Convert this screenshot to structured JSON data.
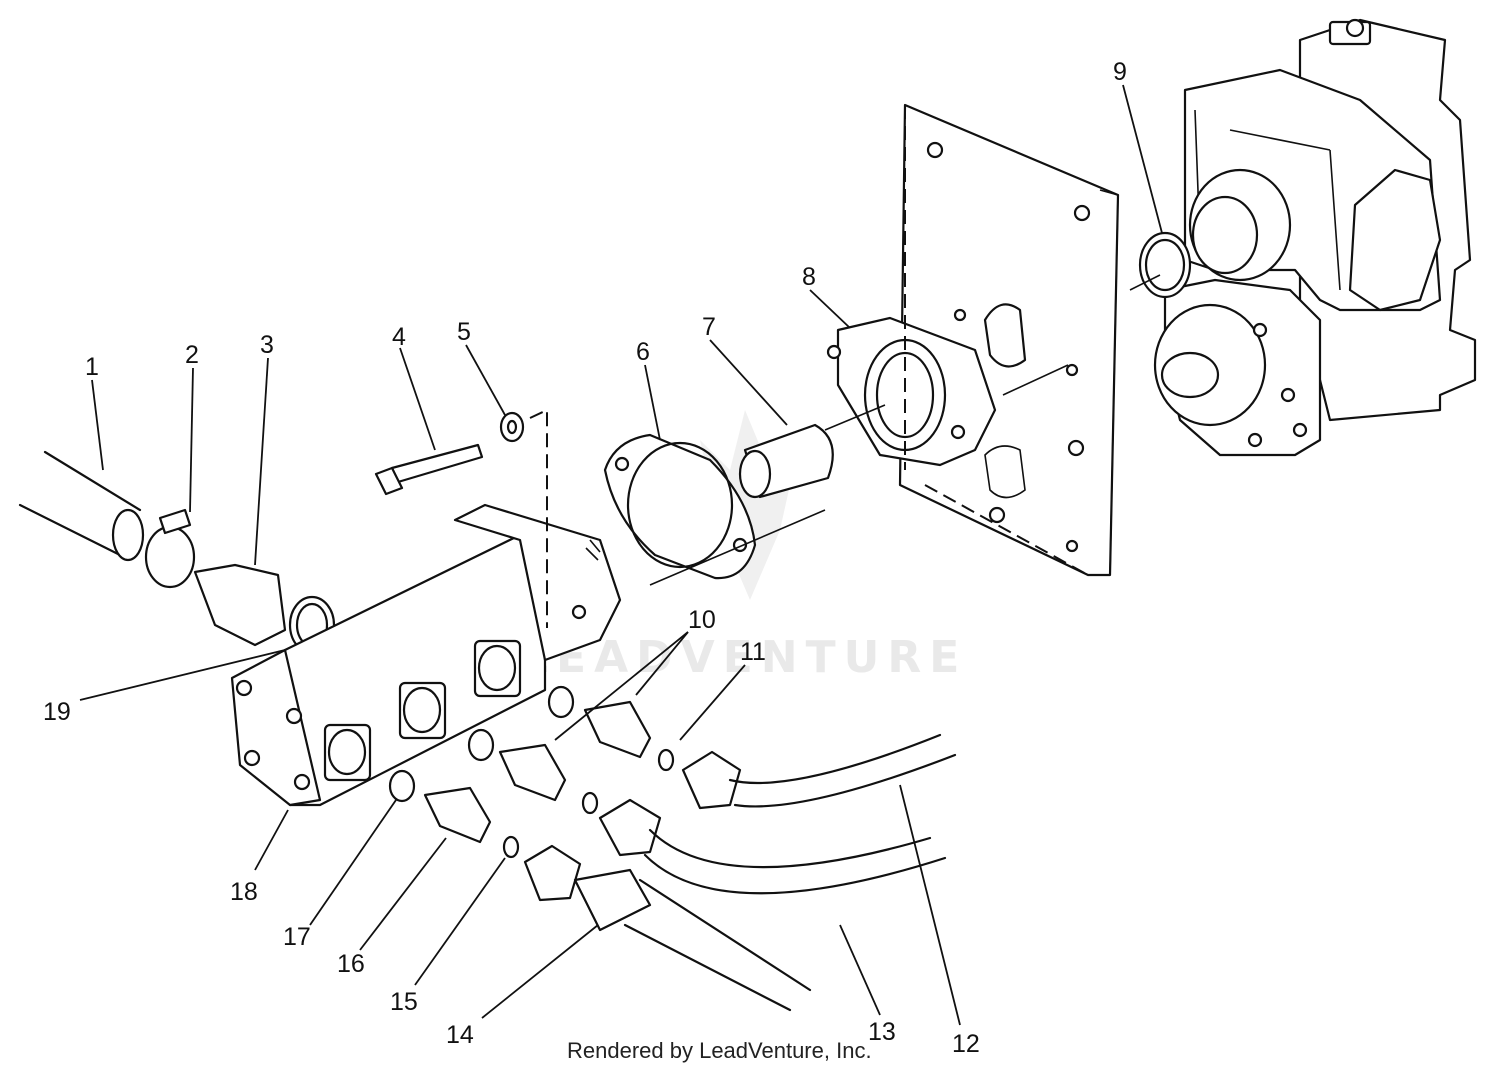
{
  "watermark": {
    "text": "LEADVENTURE"
  },
  "credit": "Rendered by LeadVenture, Inc.",
  "callouts": [
    "1",
    "2",
    "3",
    "4",
    "5",
    "6",
    "7",
    "8",
    "9",
    "10",
    "11",
    "12",
    "13",
    "14",
    "15",
    "16",
    "17",
    "18",
    "19"
  ],
  "colors": {
    "line": "#111111",
    "background": "#ffffff",
    "watermark": "#e9e9e9"
  }
}
